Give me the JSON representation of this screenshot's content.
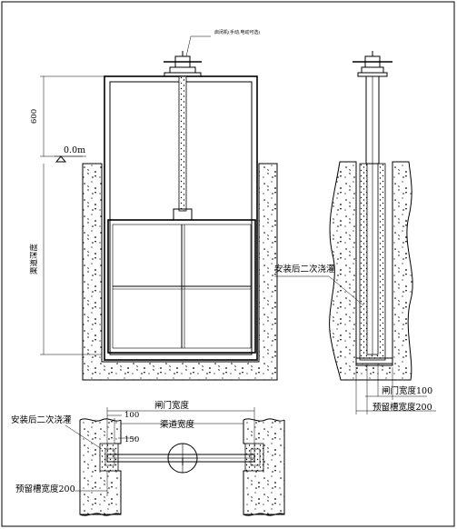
{
  "labels": {
    "hoist": "启闭机(手动,电动可选)",
    "height_600": "600",
    "level_0": "0.0m",
    "channel_depth": "渠道深度",
    "secondary_grout_side": "安装后二次浇灌",
    "gate_width_100": "闸门宽度100",
    "slot_width_200_side": "预留槽宽度200",
    "secondary_grout_plan": "安装后二次浇灌",
    "gate_width": "闸门宽度",
    "channel_width": "渠道宽度",
    "dim_100": "100",
    "dim_150": "150",
    "slot_width_200_plan": "预留槽宽度200"
  },
  "colors": {
    "line": "#000000",
    "background": "#ffffff",
    "concrete_dot": "#000000"
  }
}
